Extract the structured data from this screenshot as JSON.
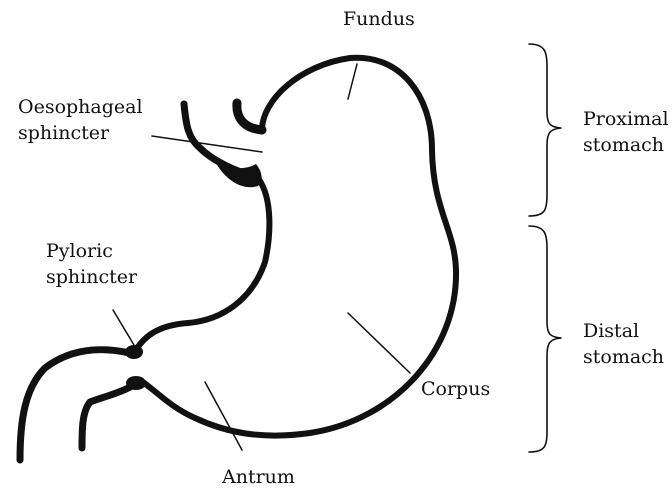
{
  "labels": {
    "fundus": "Fundus",
    "oesophageal_sphincter": [
      "Oesophageal",
      "sphincter"
    ],
    "pyloric_sphincter": [
      "Pyloric",
      "sphincter"
    ],
    "corpus": "Corpus",
    "antrum": "Antrum",
    "proximal_stomach": [
      "Proximal",
      "stomach"
    ],
    "distal_stomach": [
      "Distal",
      "stomach"
    ]
  },
  "colors": {
    "ink": "#111111",
    "background": "#ffffff"
  }
}
